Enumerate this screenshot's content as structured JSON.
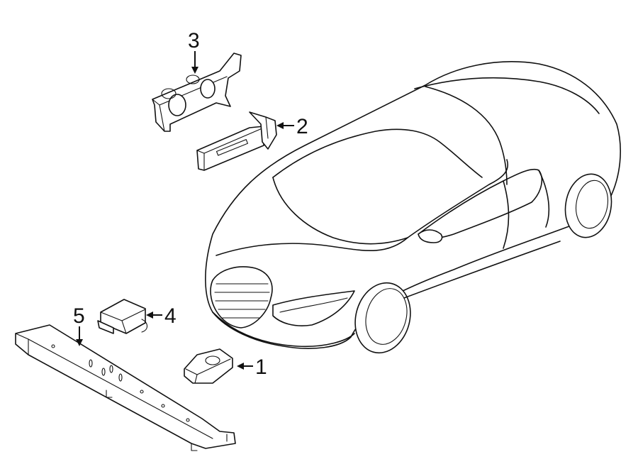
{
  "callouts": {
    "part1": "1",
    "part2": "2",
    "part3": "3",
    "part4": "4",
    "part5": "5"
  },
  "colors": {
    "line": "#111111",
    "background": "#ffffff"
  }
}
